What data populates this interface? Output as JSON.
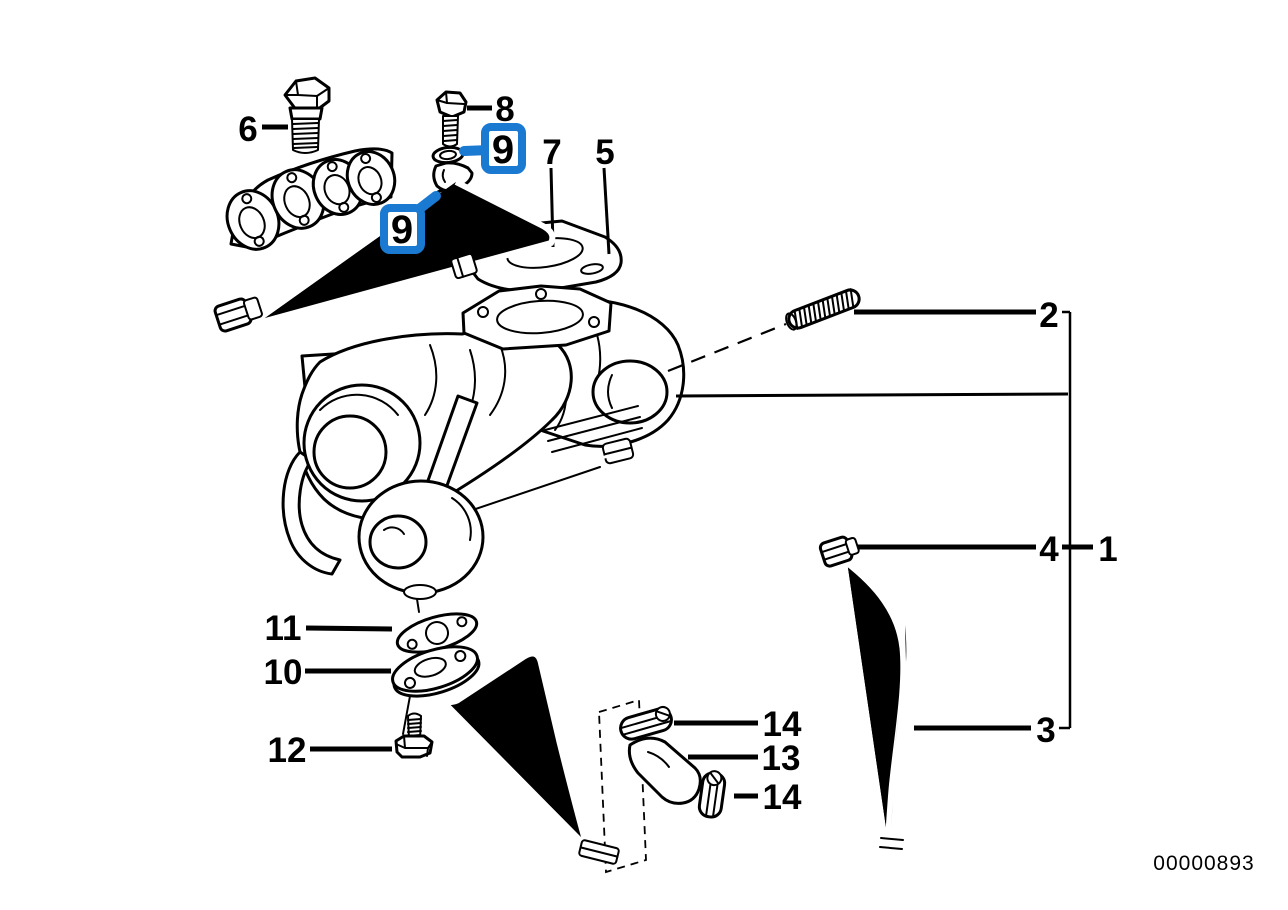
{
  "diagram": {
    "footer_code": "00000893",
    "callouts": {
      "c1": "1",
      "c2": "2",
      "c3": "3",
      "c4": "4",
      "c5": "5",
      "c6": "6",
      "c7": "7",
      "c8": "8",
      "c9a": "9",
      "c9b": "9",
      "c10": "10",
      "c11": "11",
      "c12": "12",
      "c13": "13",
      "c14a": "14",
      "c14b": "14"
    },
    "colors": {
      "highlight": "#1a7ad2",
      "ink": "#000000",
      "background": "#ffffff"
    }
  }
}
